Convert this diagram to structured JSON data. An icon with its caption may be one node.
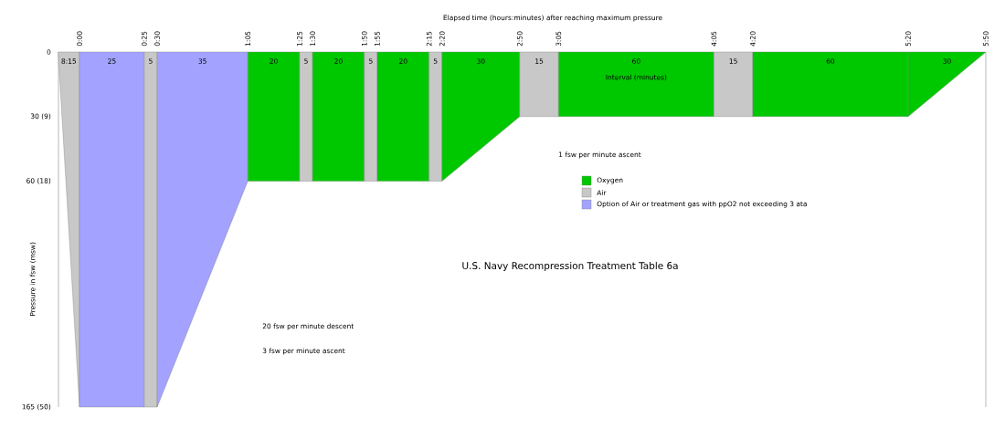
{
  "diagram": {
    "title": "U.S. Navy Recompression Treatment Table 6a",
    "nodes": [
      {
        "text": [
          "8:15"
        ]
      },
      {
        "text": [
          "25"
        ]
      },
      {
        "text": [
          "5"
        ]
      },
      {
        "text": [
          "35"
        ]
      },
      {
        "text": [
          "20"
        ]
      },
      {
        "text": [
          "5"
        ]
      },
      {
        "text": [
          "20"
        ]
      },
      {
        "text": [
          "5"
        ]
      },
      {
        "text": [
          "20"
        ]
      },
      {
        "text": [
          "5"
        ]
      },
      {
        "text": [
          "30"
        ]
      },
      {
        "text": [
          "15"
        ]
      },
      {
        "text": [
          "60",
          "Interval (minutes)"
        ]
      },
      {
        "text": [
          "15"
        ]
      },
      {
        "text": [
          "60"
        ]
      },
      {
        "text": [
          "30"
        ]
      }
    ],
    "labels": [
      "Elapsed time (hours:minutes) after reaching maximum pressure",
      "0:00",
      "0:25",
      "0:30",
      "1:05",
      "1:25",
      "1:30",
      "1:50",
      "1:55",
      "2:15",
      "2:20",
      "2:50",
      "3:05",
      "4:05",
      "4:20",
      "5:20",
      "5:50",
      "0",
      "30 (9)",
      "60 (18)",
      "165 (50)",
      "Pressure in fsw (msw)",
      "1 fsw per minute ascent",
      "20 fsw per minute descent",
      "3 fsw per minute ascent"
    ],
    "legend": [
      {
        "text": "Oxygen",
        "color": "#00c800"
      },
      {
        "text": "Air",
        "color": "#c8c8c8"
      },
      {
        "text": "Option of Air or treatment gas with ppO2 not exceeding 3 ata",
        "color": "#a3a3ff"
      }
    ]
  }
}
